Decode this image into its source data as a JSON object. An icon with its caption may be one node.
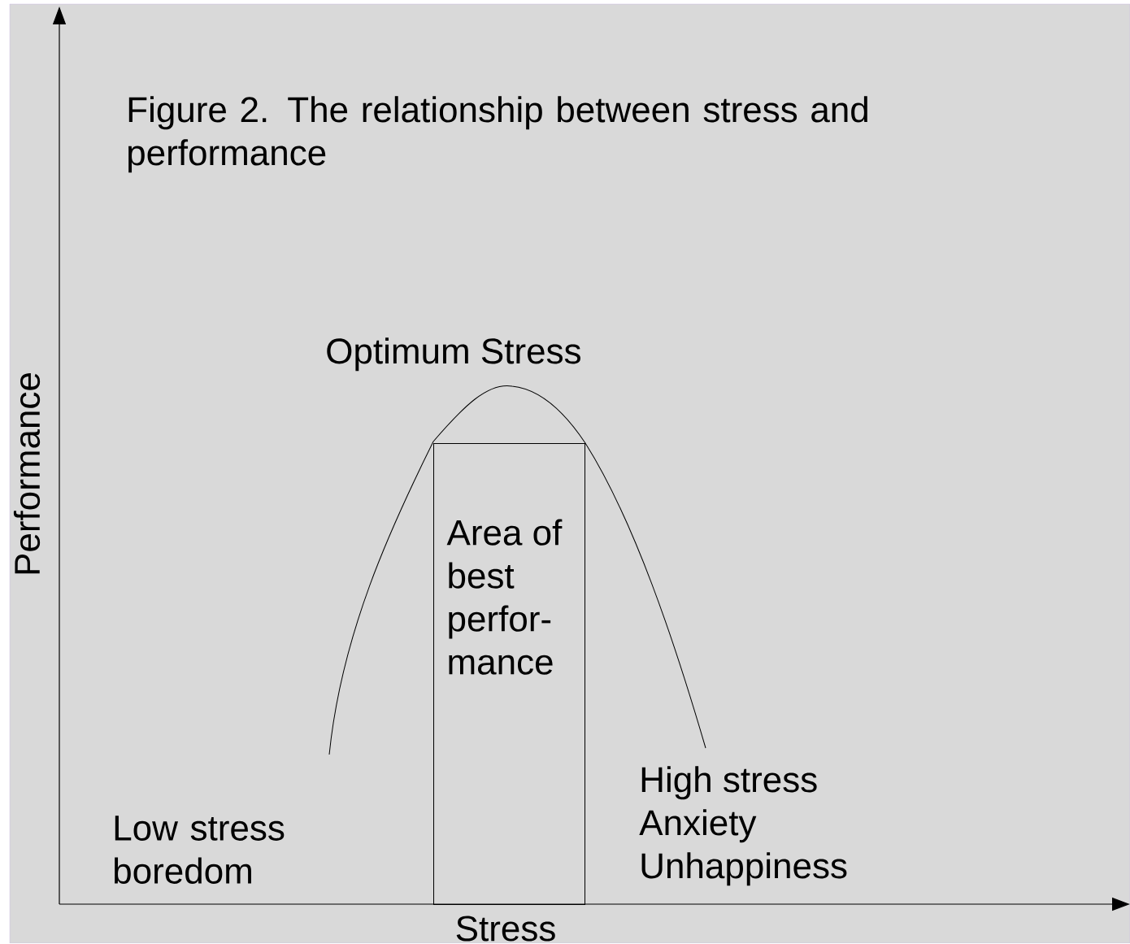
{
  "diagram": {
    "title": "Figure 2. The relationship between stress and performance",
    "nodes": [
      {
        "text": [
          "Area of best perfor- mance"
        ]
      }
    ],
    "labels": [
      "Optimum Stress",
      "Performance",
      "High stress",
      "Anxiety",
      "Low stress boredom",
      "Unhappiness",
      "Stress"
    ]
  }
}
